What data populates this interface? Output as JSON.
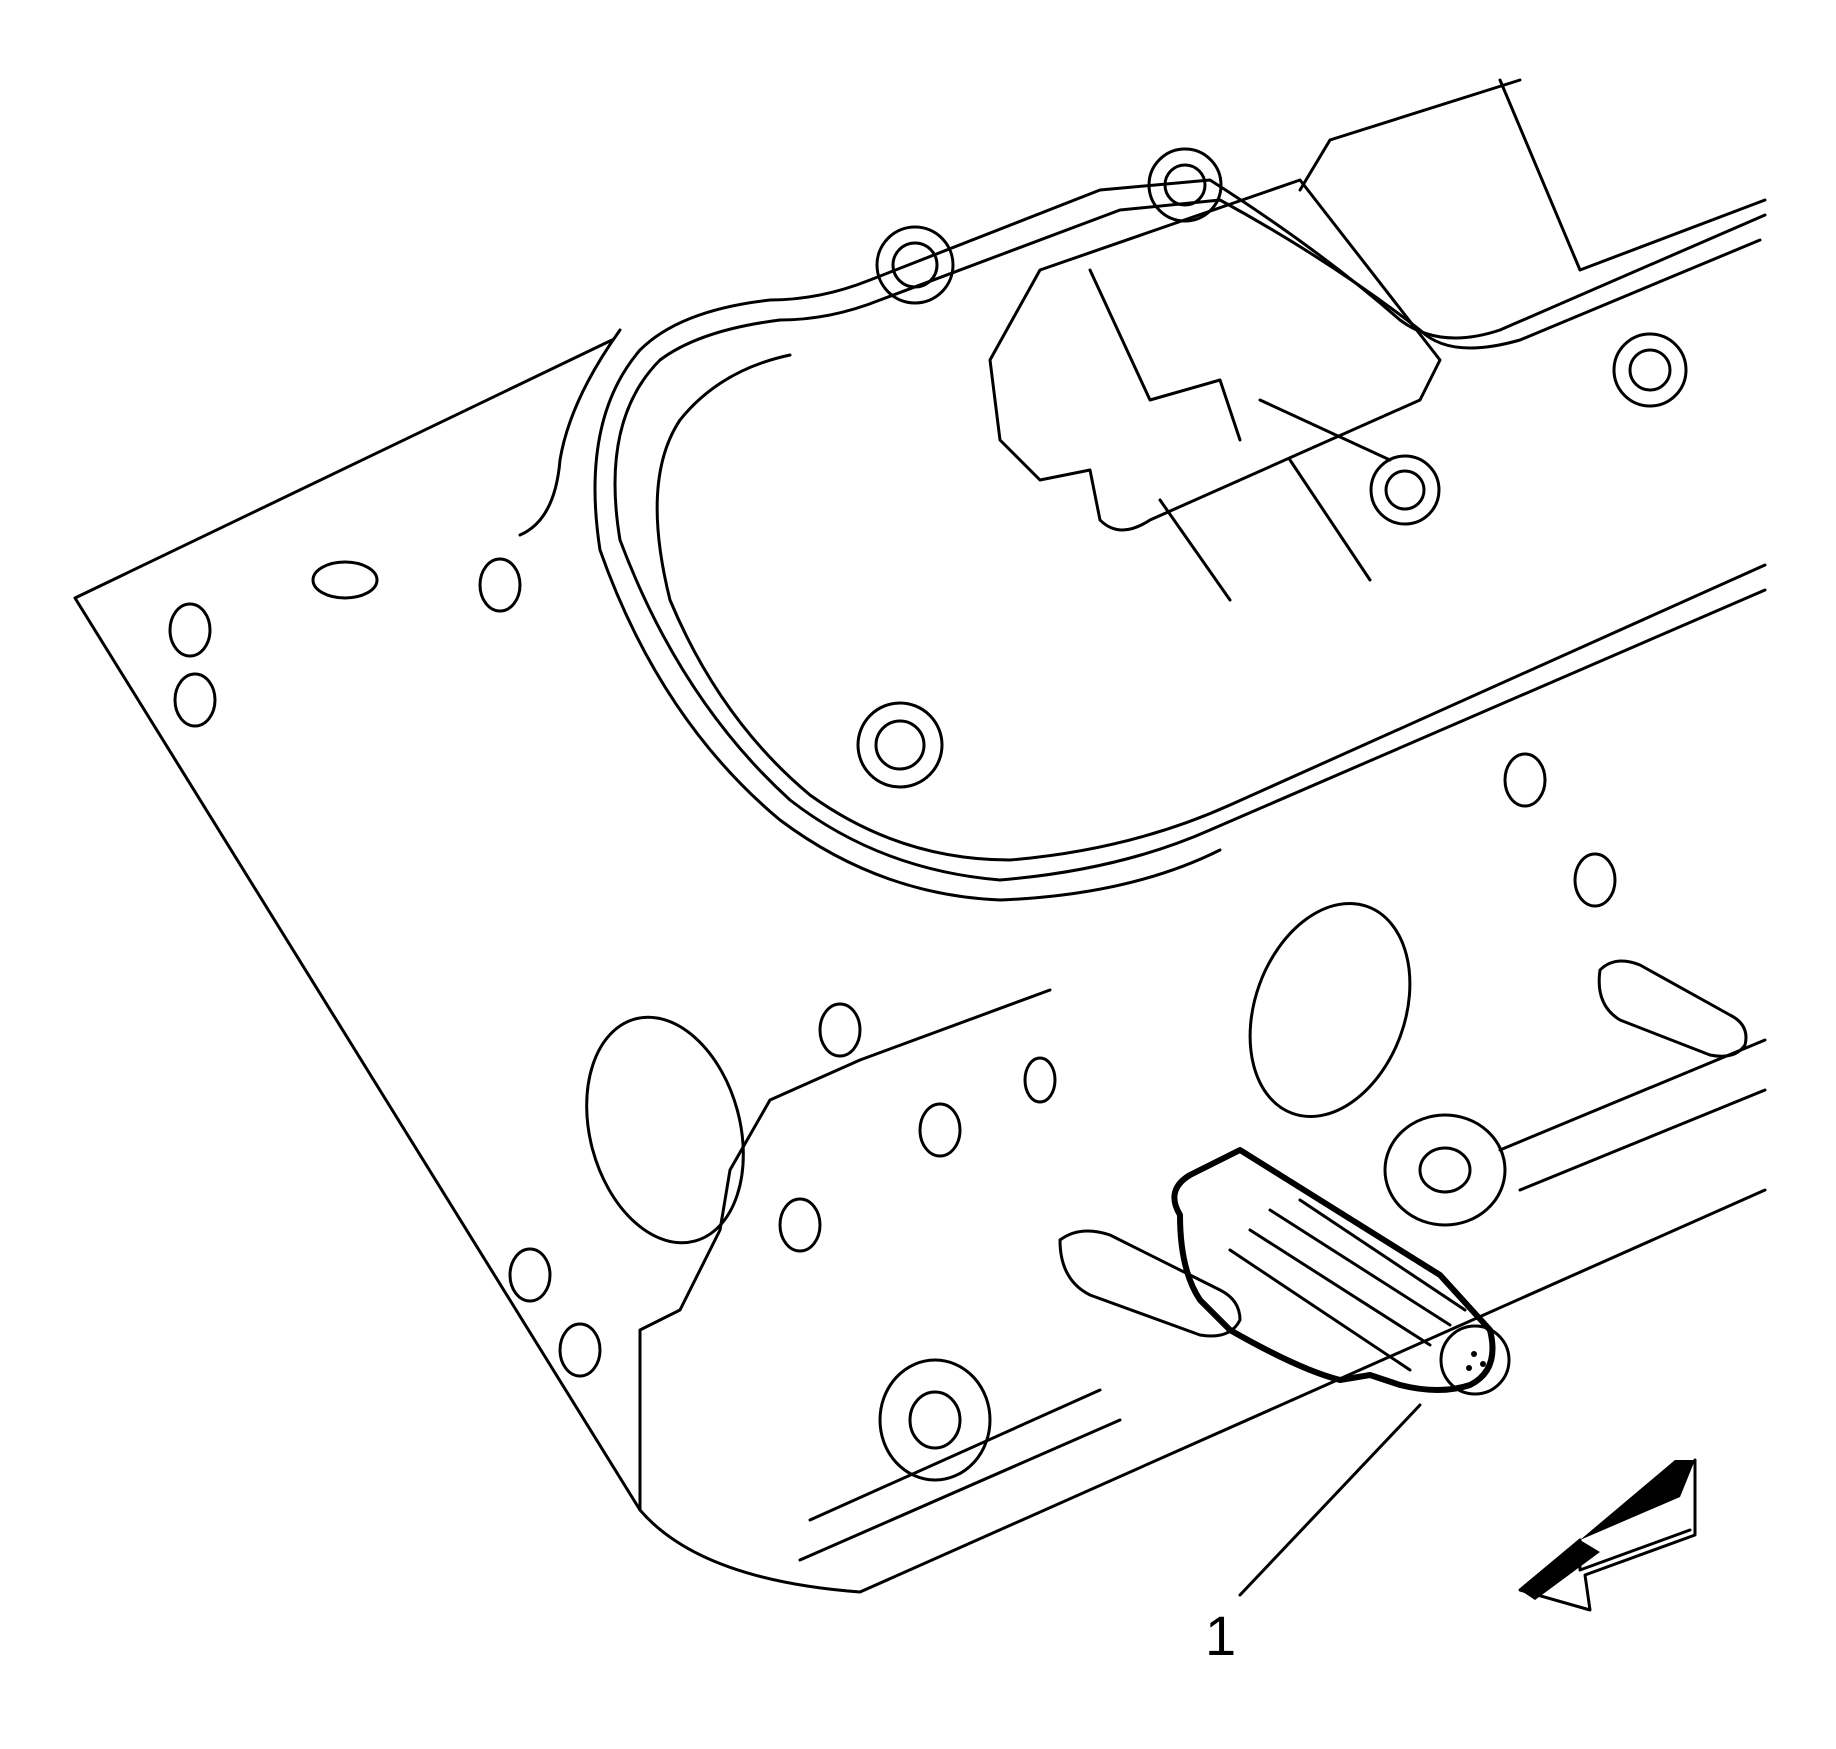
{
  "diagram": {
    "callouts": [
      {
        "label": "1",
        "target": "sensor"
      }
    ],
    "direction_arrow": "front-of-engine-arrow"
  }
}
